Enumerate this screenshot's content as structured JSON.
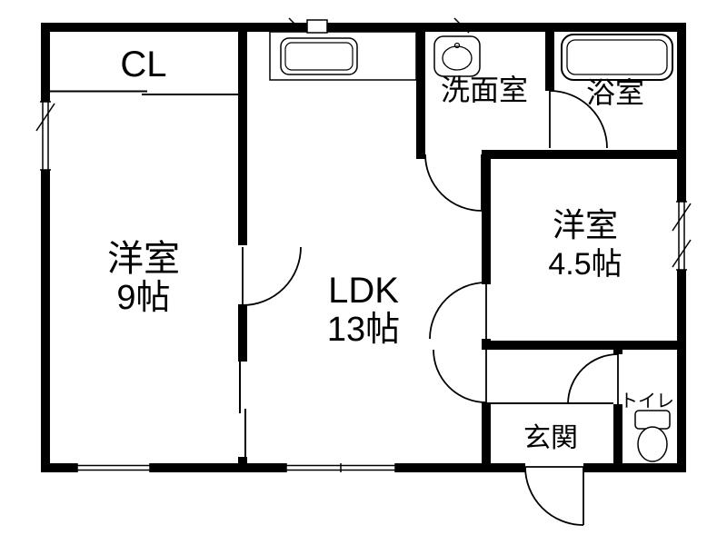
{
  "floorplan": {
    "type": "japanese-apartment-floor-plan",
    "rooms": {
      "closet": {
        "label": "CL"
      },
      "bedroom_left": {
        "label": "洋室",
        "size": "9帖"
      },
      "ldk": {
        "label": "LDK",
        "size": "13帖"
      },
      "washroom": {
        "label": "洗面室"
      },
      "bathroom": {
        "label": "浴室"
      },
      "bedroom_right": {
        "label": "洋室",
        "size": "4.5帖"
      },
      "entrance": {
        "label": "玄関"
      },
      "toilet": {
        "label": "トイレ"
      }
    },
    "icons": [
      "kitchen-sink-icon",
      "washbasin-icon",
      "bathtub-icon",
      "toilet-icon",
      "door-swing-arc",
      "window-symbol",
      "sliding-door-symbol"
    ],
    "colors": {
      "wall": "#000000",
      "background": "#ffffff",
      "line": "#000000",
      "text": "#000000"
    }
  }
}
